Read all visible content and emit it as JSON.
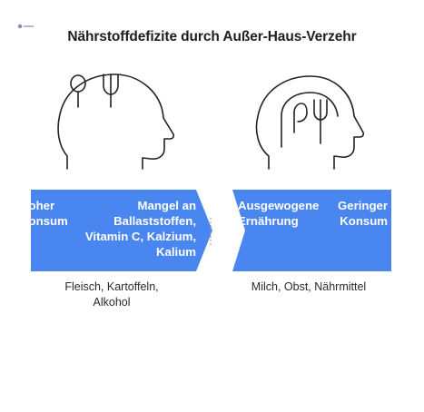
{
  "header": {
    "title": "Nährstoffdefizite durch Außer-Haus-Verzehr"
  },
  "left_side": {
    "icon": "head-with-spoon-and-fork-icon",
    "band_left_text": "Hoher\nKonsum",
    "band_right_text": "Mangel an\nBallaststoffen,\nVitamin C, Kalzium,\nKalium",
    "caption": "Fleisch, Kartoffeln,\nAlkohol"
  },
  "right_side": {
    "icon": "head-with-spoon-and-fork-icon",
    "band_left_text": "Ausgewogene\nErnährung",
    "band_right_text": "Geringer\nKonsum",
    "caption": "Milch, Obst, Nährmittel"
  },
  "colors": {
    "band": "#4a86f0",
    "text_on_band": "#ffffff",
    "line_art": "#222222",
    "divider": "#9a9a9a"
  }
}
